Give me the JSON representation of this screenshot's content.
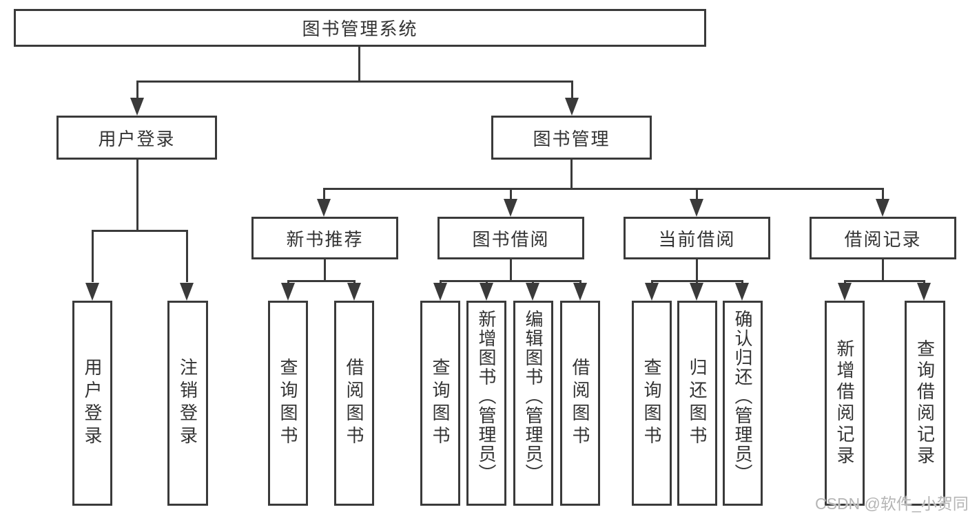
{
  "diagram": {
    "root": {
      "label": "图书管理系统"
    },
    "branches": [
      {
        "label": "用户登录",
        "children": [
          "用户登录",
          "注销登录"
        ]
      },
      {
        "label": "图书管理",
        "modules": [
          {
            "label": "新书推荐",
            "children": [
              "查询图书",
              "借阅图书"
            ]
          },
          {
            "label": "图书借阅",
            "children": [
              "查询图书",
              "新增图书（管理员）",
              "编辑图书（管理员）",
              "借阅图书"
            ]
          },
          {
            "label": "当前借阅",
            "children": [
              "查询图书",
              "归还图书",
              "确认归还（管理员）"
            ]
          },
          {
            "label": "借阅记录",
            "children": [
              "新增借阅记录",
              "查询借阅记录"
            ]
          }
        ]
      }
    ]
  },
  "watermark": {
    "text": "CSDN @软件_小贺同学"
  },
  "colors": {
    "line": "#3a3a3a",
    "text": "#333333",
    "background": "#ffffff",
    "watermark": "#b5b5b5"
  }
}
